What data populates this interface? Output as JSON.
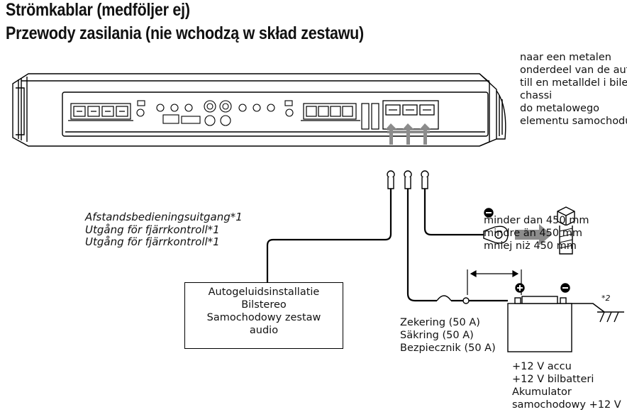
{
  "title_lines": [
    "Strömkablar (medföljer ej)",
    "Przewody zasilania (nie wchodzą w skład zestawu)"
  ],
  "chassis_label": [
    "naar een metalen",
    "onderdeel van de auto",
    "till en metalldel i bilens",
    "chassi",
    "do metalowego",
    "elementu samochodu"
  ],
  "remote_output_label": [
    "Afstandsbedieningsuitgang*1",
    "Utgång för fjärrkontroll*1",
    "Utgång för fjärrkontroll*1"
  ],
  "car_audio_box": [
    "Autogeluidsinstallatie",
    "Bilstereo",
    "Samochodowy zestaw",
    "audio"
  ],
  "length_label": [
    "minder dan 450 mm",
    "mindre än 450 mm",
    "mniej niż 450 mm"
  ],
  "fuse_label": [
    "Zekering (50 A)",
    "Säkring (50 A)",
    "Bezpiecznik (50 A)"
  ],
  "battery_label": [
    "+12 V accu",
    "+12 V bilbatteri",
    "Akumulator",
    "samochodowy +12 V"
  ],
  "ground_note": "*2"
}
